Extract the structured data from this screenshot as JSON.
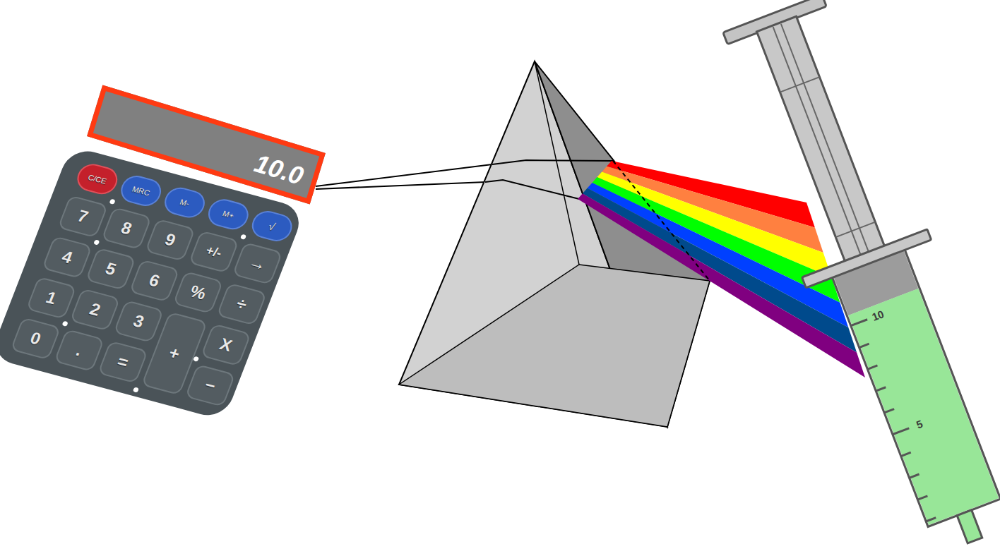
{
  "diagram": {
    "nodes": [
      {
        "text": [
          "10.0"
        ]
      },
      {
        "text": [
          "C/CE"
        ]
      },
      {
        "text": [
          "MRC"
        ]
      },
      {
        "text": [
          "M-"
        ]
      },
      {
        "text": [
          "M+"
        ]
      },
      {
        "text": [
          "√"
        ]
      },
      {
        "text": [
          "7"
        ]
      },
      {
        "text": [
          "8"
        ]
      },
      {
        "text": [
          "9"
        ]
      },
      {
        "text": [
          "+/-"
        ]
      },
      {
        "text": [
          "→"
        ]
      },
      {
        "text": [
          "4"
        ]
      },
      {
        "text": [
          "5"
        ]
      },
      {
        "text": [
          "6"
        ]
      },
      {
        "text": [
          "%"
        ]
      },
      {
        "text": [
          "÷"
        ]
      },
      {
        "text": [
          "1"
        ]
      },
      {
        "text": [
          "2"
        ]
      },
      {
        "text": [
          "3"
        ]
      },
      {
        "text": [
          "+"
        ]
      },
      {
        "text": [
          "X"
        ]
      },
      {
        "text": [
          "0"
        ]
      },
      {
        "text": [
          "."
        ]
      },
      {
        "text": [
          "="
        ]
      },
      {
        "text": [
          "−"
        ]
      }
    ],
    "labels": [
      "10",
      "5"
    ]
  }
}
